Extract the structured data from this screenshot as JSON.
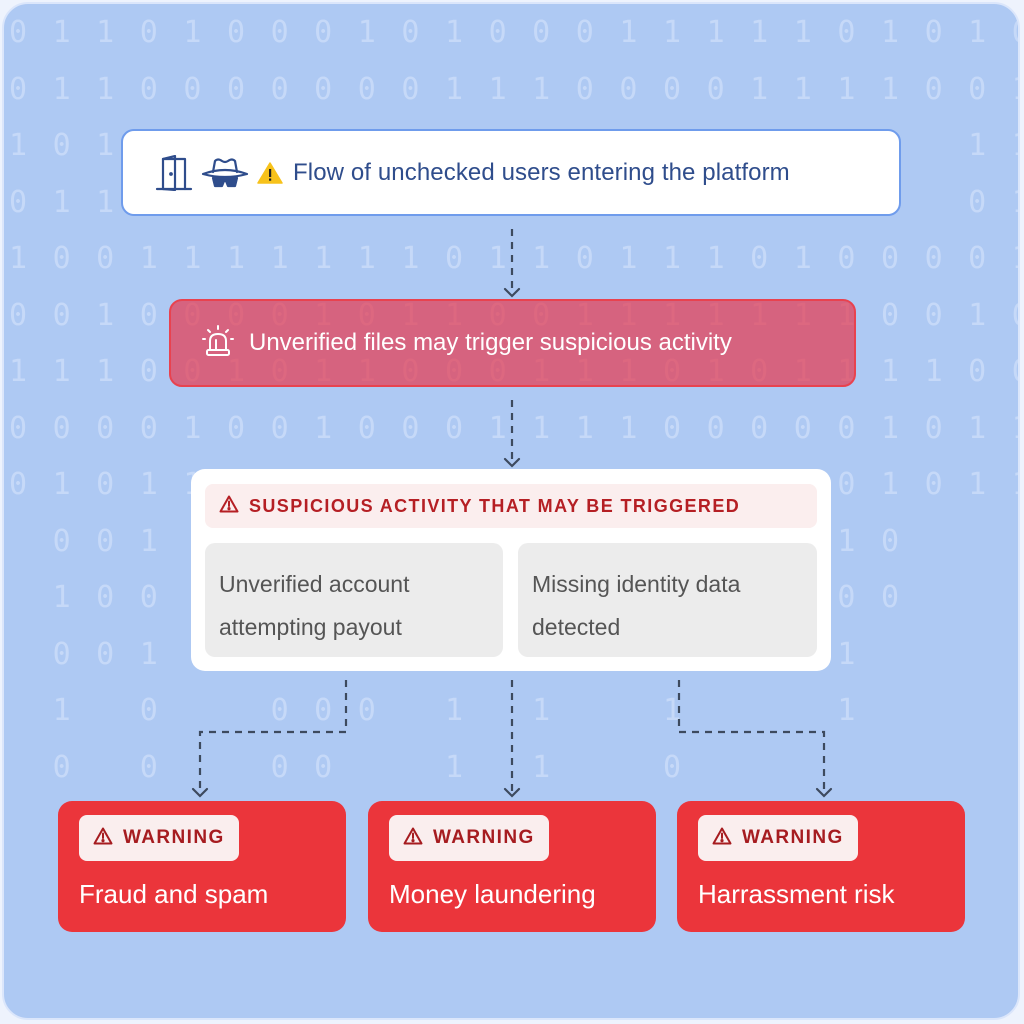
{
  "background": {
    "color": "#AEC9F3",
    "digit_color": "#C6D9F8",
    "digit_rows": [
      "011010001010001111101010",
      "011000000011100001111001",
      "101___________________111",
      "011___________________011",
      "100111111101101110100001",
      "001000010110011111110010",
      "111001011000111010111100",
      "000010010001111000001011",
      "010110001010001010001011"
    ]
  },
  "top_box": {
    "icons": [
      "door-icon",
      "spy-hat-icon",
      "warning-icon"
    ],
    "title": "Flow of unchecked users entering the platform",
    "border_color": "#6F9CEC",
    "text_color": "#2F4D8C"
  },
  "alert_box": {
    "icon": "siren-icon",
    "title": "Unverified files may trigger suspicious activity",
    "color": "#E63C52"
  },
  "activity_card": {
    "header": "SUSPICIOUS ACTIVITY THAT MAY BE TRIGGERED",
    "header_color": "#B51F24",
    "items": [
      {
        "label": "Unverified account attempting payout"
      },
      {
        "label": "Missing identity data detected"
      }
    ]
  },
  "warnings": [
    {
      "badge": "WARNING",
      "label": "Fraud and spam"
    },
    {
      "badge": "WARNING",
      "label": "Money laundering"
    },
    {
      "badge": "WARNING",
      "label": "Harrassment risk"
    }
  ],
  "warning_color": "#EB353B"
}
